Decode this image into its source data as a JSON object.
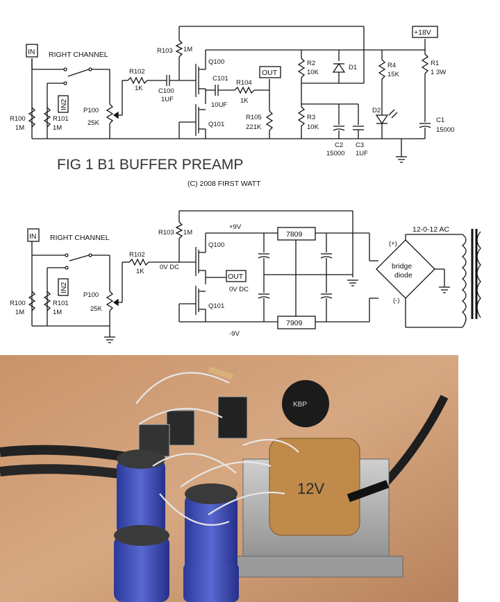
{
  "fig1": {
    "caption": "FIG 1     B1 BUFFER PREAMP",
    "copyright": "(C) 2008 FIRST WATT",
    "channel_label": "RIGHT CHANNEL",
    "in_label": "IN",
    "in2_label": "IN2",
    "out_label": "OUT",
    "supply_label": "+18V",
    "r100": [
      "R100",
      "1M"
    ],
    "r101": [
      "R101",
      "1M"
    ],
    "p100": [
      "P100",
      "25K"
    ],
    "r102": [
      "R102",
      "1K"
    ],
    "c100": [
      "C100",
      "1UF"
    ],
    "r103": [
      "R103",
      "1M"
    ],
    "q100": "Q100",
    "q101": "Q101",
    "c101": [
      "C101",
      "10UF"
    ],
    "r104": [
      "R104",
      "1K"
    ],
    "r105": [
      "R105",
      "221K"
    ],
    "r2": [
      "R2",
      "10K"
    ],
    "r3": [
      "R3",
      "10K"
    ],
    "d1": "D1",
    "c2": [
      "C2",
      "15000"
    ],
    "c3": [
      "C3",
      "1UF"
    ],
    "r4": [
      "R4",
      "15K"
    ],
    "d2": "D2",
    "r1": [
      "R1",
      "1 3W"
    ],
    "c1": [
      "C1",
      "15000"
    ]
  },
  "fig2": {
    "channel_label": "RIGHT CHANNEL",
    "in_label": "IN",
    "in2_label": "IN2",
    "out_label": "OUT",
    "r100": [
      "R100",
      "1M"
    ],
    "r101": [
      "R101",
      "1M"
    ],
    "p100": [
      "P100",
      "25K"
    ],
    "r102": [
      "R102",
      "1K"
    ],
    "r103": [
      "R103",
      "1M"
    ],
    "q100": "Q100",
    "q101": "Q101",
    "dc1": "0V DC",
    "dc2": "0V DC",
    "pos_rail": "+9V",
    "neg_rail": "-9V",
    "reg_pos": "7809",
    "reg_neg": "7909",
    "ac_label": "12-0-12 AC",
    "bridge_l1": "bridge",
    "bridge_l2": "diode",
    "plus": "(+)",
    "minus": "(-)"
  },
  "photo": {
    "transformer_text": "12V",
    "bridge_text": "KBP"
  }
}
